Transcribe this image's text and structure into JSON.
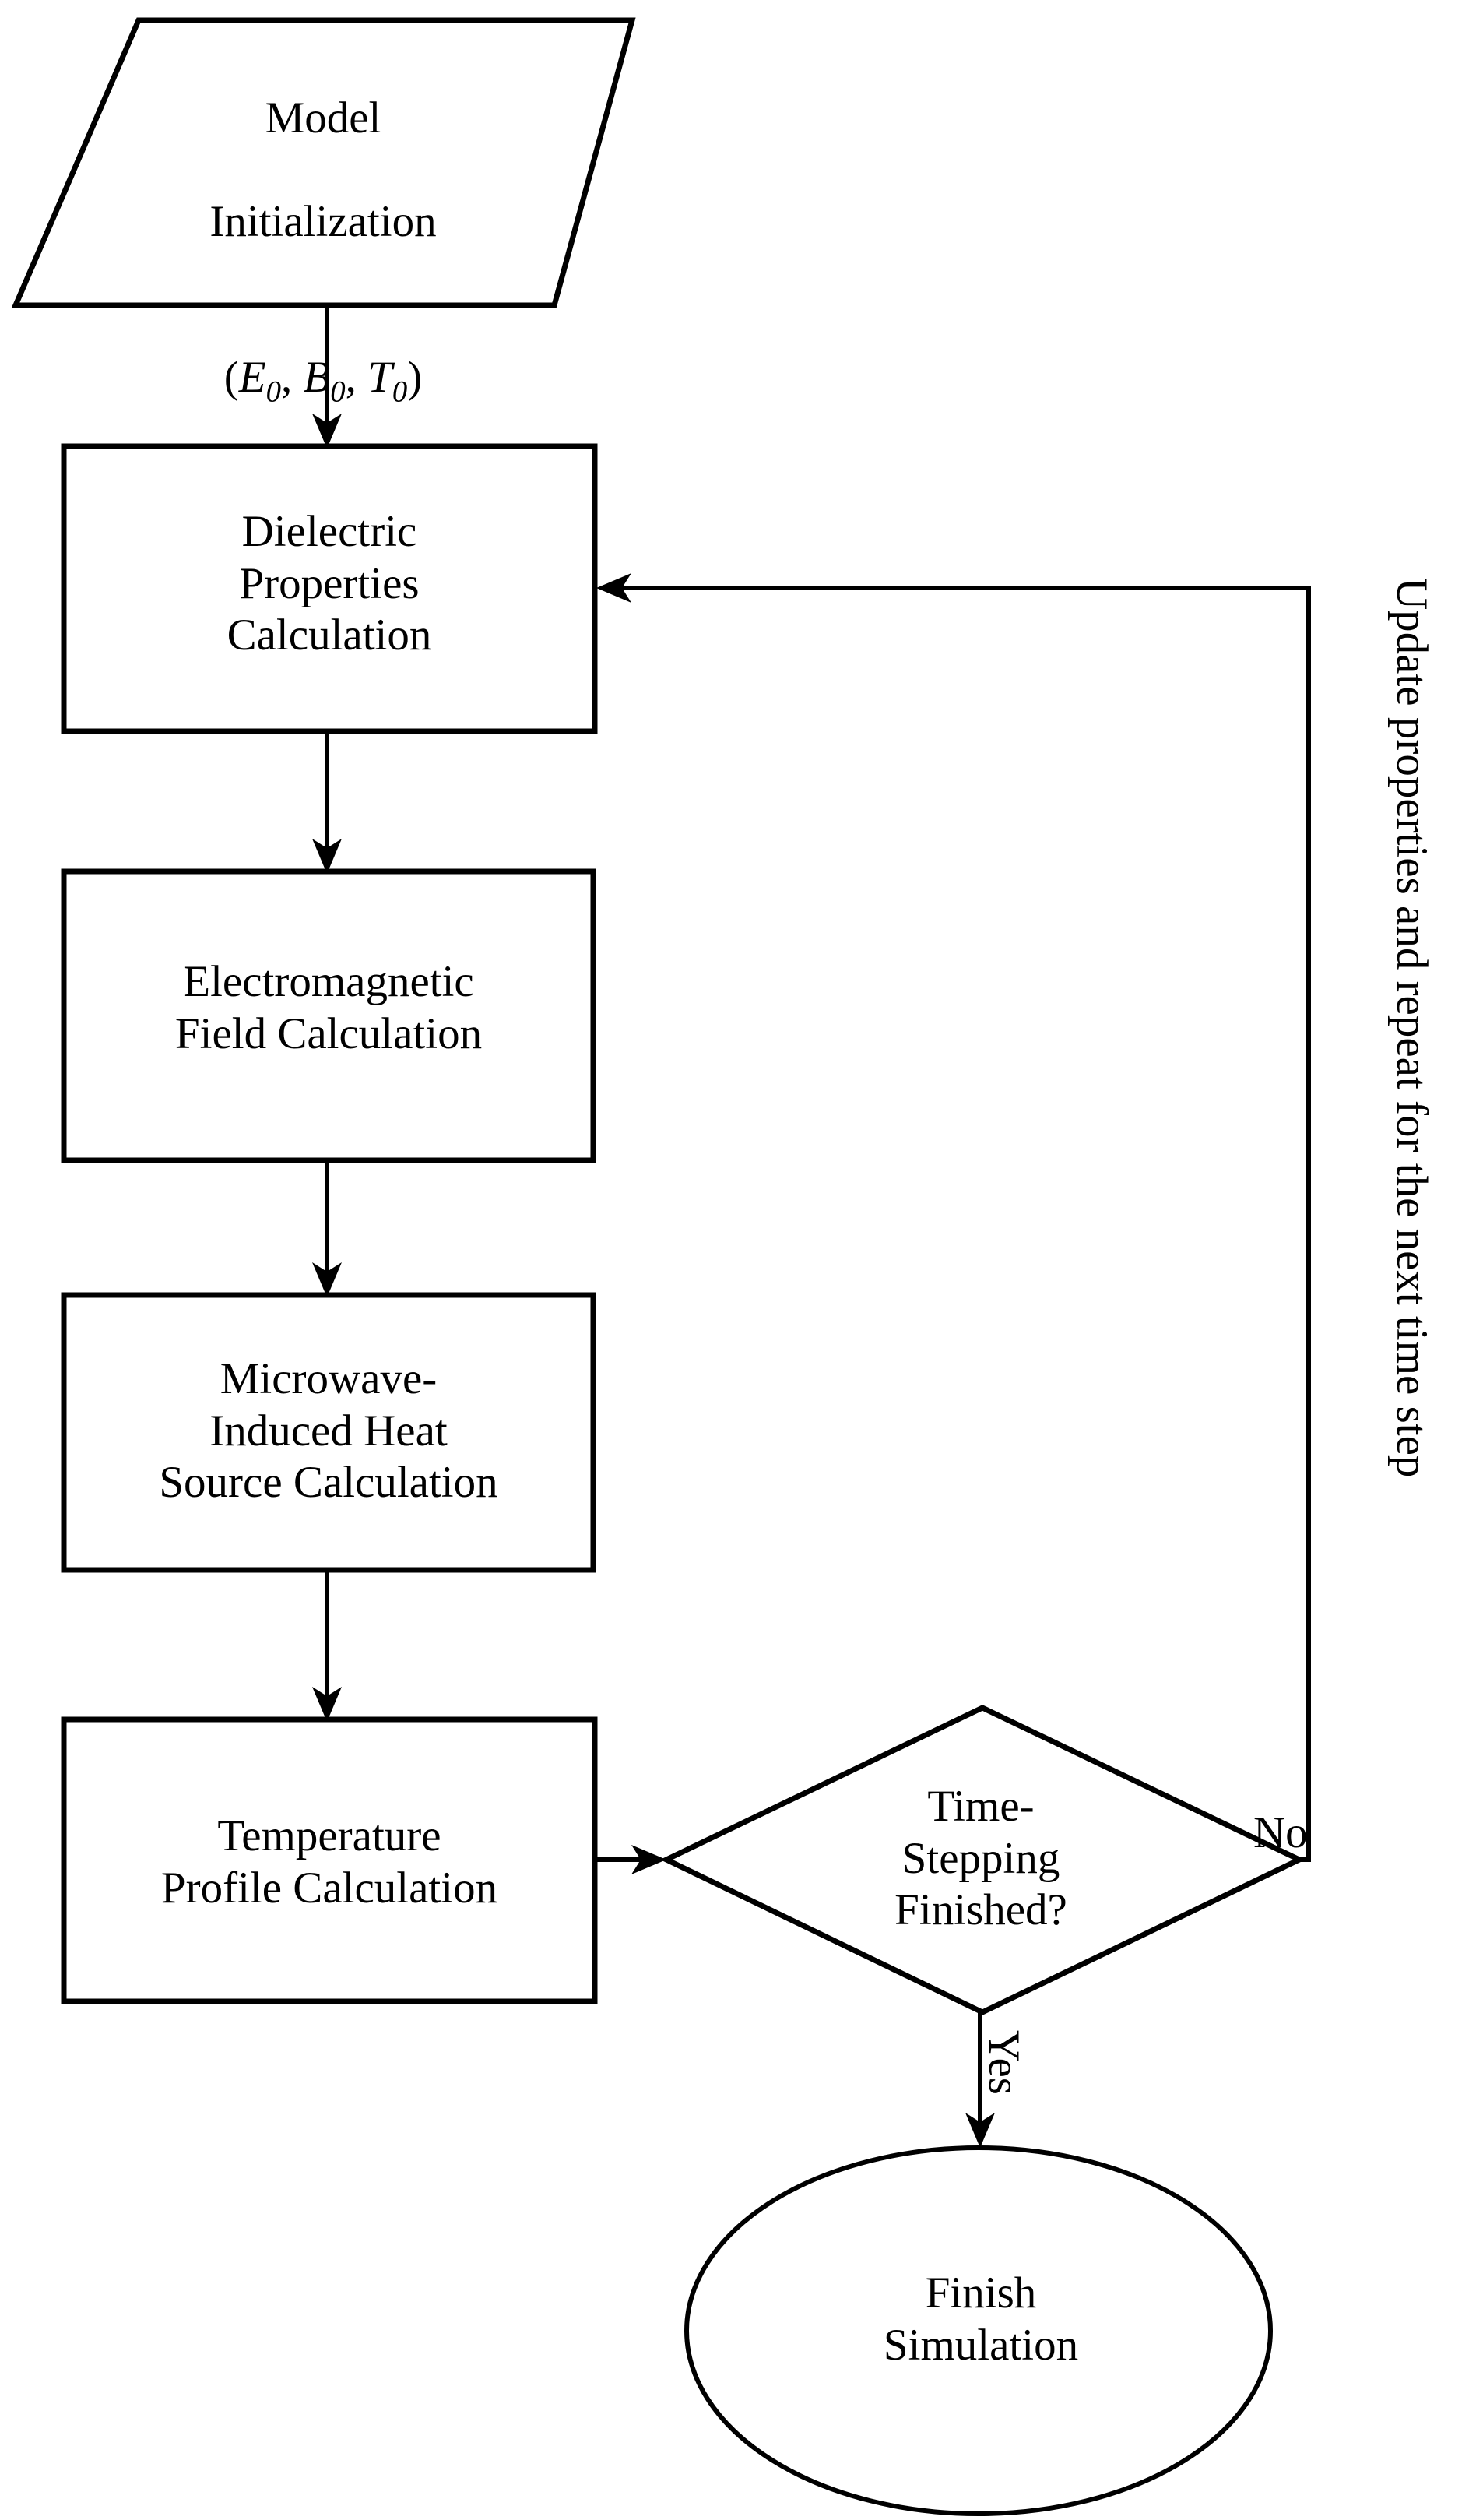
{
  "diagram": {
    "title": "Microwave heating simulation flowchart",
    "stroke_color": "#000000",
    "fill_color": "#ffffff",
    "background": "#ffffff",
    "nodes": [
      {
        "id": "model-initialization",
        "shape": "parallelogram",
        "label_line1": "Model",
        "label_line2": "Initialization",
        "label_line3_prefix": "(",
        "label_var1": "E",
        "label_sub1": "0",
        "label_sep1": ", ",
        "label_var2": "B",
        "label_sub2": "0",
        "label_sep2": ", ",
        "label_var3": "T",
        "label_sub3": "0",
        "label_line3_suffix": ")",
        "label_plain": "Model Initialization (E0, B0, T0)"
      },
      {
        "id": "dielectric-properties-calculation",
        "shape": "rectangle",
        "label": "Dielectric\nProperties\nCalculation"
      },
      {
        "id": "electromagnetic-field-calculation",
        "shape": "rectangle",
        "label": "Electromagnetic\nField Calculation"
      },
      {
        "id": "microwave-induced-heat-source-calculation",
        "shape": "rectangle",
        "label": "Microwave-\nInduced Heat\nSource Calculation"
      },
      {
        "id": "temperature-profile-calculation",
        "shape": "rectangle",
        "label": "Temperature\nProfile Calculation"
      },
      {
        "id": "time-stepping-finished",
        "shape": "diamond",
        "label": "Time-\nStepping\nFinished?"
      },
      {
        "id": "finish-simulation",
        "shape": "ellipse",
        "label": "Finish\nSimulation"
      }
    ],
    "edge_labels": {
      "no_branch": "No",
      "yes_branch": "Yes",
      "feedback_loop": "Update properties and repeat for the next time step"
    }
  }
}
